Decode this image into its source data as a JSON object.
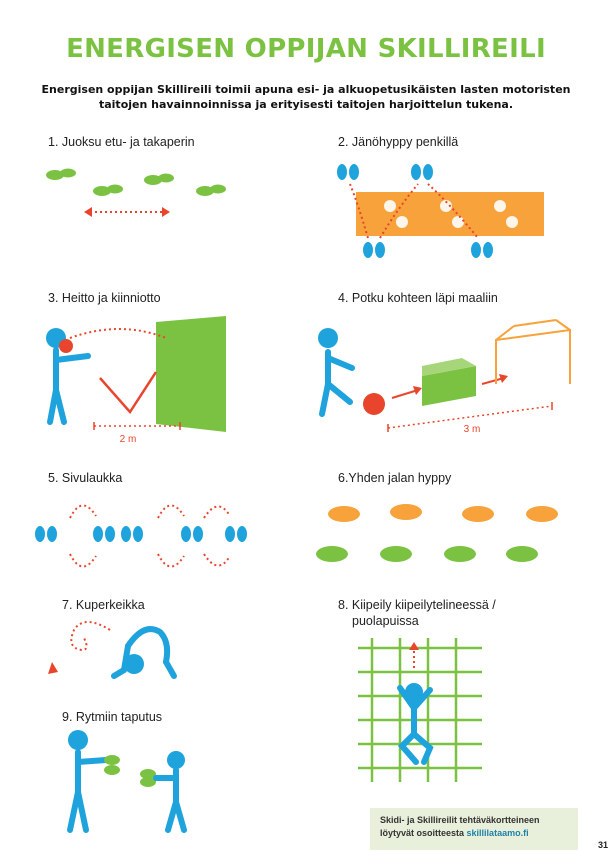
{
  "header": {
    "title": "ENERGISEN OPPIJAN SKILLIREILI",
    "subtitle": "Energisen oppijan Skillireili toimii apuna esi- ja alkuopetusikäisten lasten motoristen taitojen havainnoinnissa ja erityisesti taitojen harjoittelun tukena."
  },
  "exercises": [
    {
      "label": "1. Juoksu etu- ja takaperin"
    },
    {
      "label": "2. Jänöhyppy penkillä"
    },
    {
      "label": "3. Heitto ja kiinniotto",
      "distance": "2 m"
    },
    {
      "label": "4. Potku kohteen läpi maaliin",
      "distance": "3 m"
    },
    {
      "label": "5. Sivulaukka"
    },
    {
      "label": "6.Yhden jalan hyppy"
    },
    {
      "label": "7. Kuperkeikka"
    },
    {
      "label": "8. Kiipeily kiipeilytelineessä / puolapuissa",
      "line1": "8. Kiipeily kiipeilytelineessä /",
      "line2": "puolapuissa"
    },
    {
      "label": "9. Rytmiin taputus"
    }
  ],
  "footer": {
    "note_text": "Skidi- ja Skillireilit tehtäväkortteineen löytyvät osoitteesta",
    "link": "skillilataamo.fi",
    "page_number": "31"
  },
  "colors": {
    "green": "#7cc242",
    "blue": "#1fa3dc",
    "orange": "#f7a23b",
    "red": "#e8452c",
    "note_bg": "#e8f0db"
  }
}
